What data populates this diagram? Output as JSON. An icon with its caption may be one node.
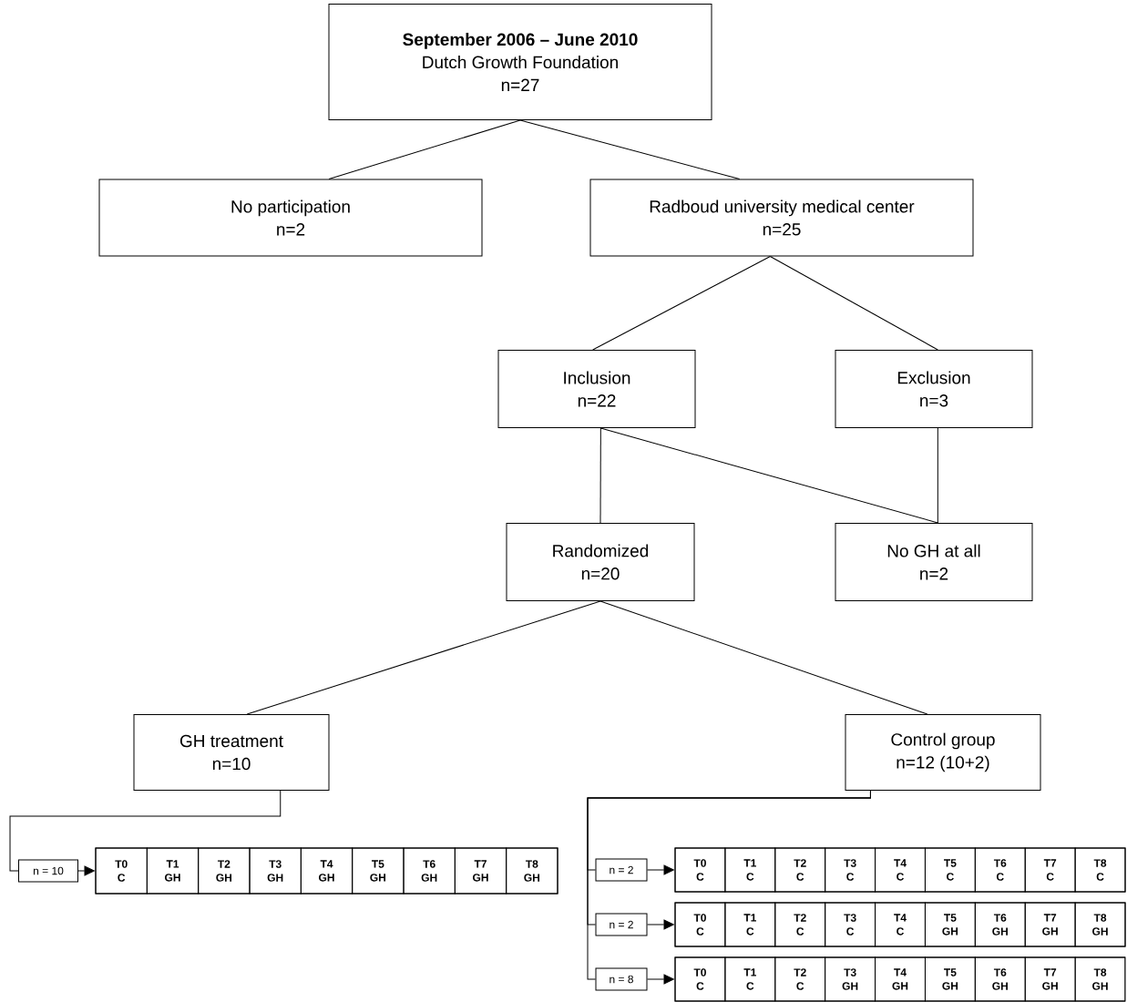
{
  "diagram": {
    "nodes": [
      {
        "text": [
          "September 2006 – June 2010",
          "Dutch Growth Foundation",
          "n=27"
        ]
      },
      {
        "text": [
          "No participation",
          "n=2"
        ]
      },
      {
        "text": [
          "Radboud university medical center",
          "n=25"
        ]
      },
      {
        "text": [
          "Inclusion",
          "n=22"
        ]
      },
      {
        "text": [
          "Exclusion",
          "n=3"
        ]
      },
      {
        "text": [
          "Randomized",
          "n=20"
        ]
      },
      {
        "text": [
          "No GH at all",
          "n=2"
        ]
      },
      {
        "text": [
          "GH treatment",
          "n=10"
        ]
      },
      {
        "text": [
          "Control group",
          "n=12 (10+2)"
        ]
      },
      {
        "text": [
          "n = 10"
        ]
      },
      {
        "text": [],
        "shape": "box"
      },
      {
        "text": [
          "T0",
          "C"
        ],
        "in": 10
      },
      {
        "text": [
          "T1",
          "GH"
        ],
        "in": 10
      },
      {
        "text": [
          "T2",
          "GH"
        ],
        "in": 10
      },
      {
        "text": [
          "T3",
          "GH"
        ],
        "in": 10
      },
      {
        "text": [
          "T4",
          "GH"
        ],
        "in": 10
      },
      {
        "text": [
          "T5",
          "GH"
        ],
        "in": 10
      },
      {
        "text": [
          "T6",
          "GH"
        ],
        "in": 10
      },
      {
        "text": [
          "T7",
          "GH"
        ],
        "in": 10
      },
      {
        "text": [
          "T8",
          "GH"
        ],
        "in": 10
      },
      {
        "text": [
          "n = 2"
        ]
      },
      {
        "text": [],
        "shape": "box"
      },
      {
        "text": [
          "T0",
          "C"
        ],
        "in": 21
      },
      {
        "text": [
          "T1",
          "C"
        ],
        "in": 21
      },
      {
        "text": [
          "T2",
          "C"
        ],
        "in": 21
      },
      {
        "text": [
          "T3",
          "C"
        ],
        "in": 21
      },
      {
        "text": [
          "T4",
          "C"
        ],
        "in": 21
      },
      {
        "text": [
          "T5",
          "C"
        ],
        "in": 21
      },
      {
        "text": [
          "T6",
          "C"
        ],
        "in": 21
      },
      {
        "text": [
          "T7",
          "C"
        ],
        "in": 21
      },
      {
        "text": [
          "T8",
          "C"
        ],
        "in": 21
      },
      {
        "text": [
          "n = 2"
        ]
      },
      {
        "text": [],
        "shape": "box"
      },
      {
        "text": [
          "T0",
          "C"
        ],
        "in": 32
      },
      {
        "text": [
          "T1",
          "C"
        ],
        "in": 32
      },
      {
        "text": [
          "T2",
          "C"
        ],
        "in": 32
      },
      {
        "text": [
          "T3",
          "C"
        ],
        "in": 32
      },
      {
        "text": [
          "T4",
          "C"
        ],
        "in": 32
      },
      {
        "text": [
          "T5",
          "GH"
        ],
        "in": 32
      },
      {
        "text": [
          "T6",
          "GH"
        ],
        "in": 32
      },
      {
        "text": [
          "T7",
          "GH"
        ],
        "in": 32
      },
      {
        "text": [
          "T8",
          "GH"
        ],
        "in": 32
      },
      {
        "text": [
          "n = 8"
        ]
      },
      {
        "text": [],
        "shape": "box"
      },
      {
        "text": [
          "T0",
          "C"
        ],
        "in": 43
      },
      {
        "text": [
          "T1",
          "C"
        ],
        "in": 43
      },
      {
        "text": [
          "T2",
          "C"
        ],
        "in": 43
      },
      {
        "text": [
          "T3",
          "GH"
        ],
        "in": 43
      },
      {
        "text": [
          "T4",
          "GH"
        ],
        "in": 43
      },
      {
        "text": [
          "T5",
          "GH"
        ],
        "in": 43
      },
      {
        "text": [
          "T6",
          "GH"
        ],
        "in": 43
      },
      {
        "text": [
          "T7",
          "GH"
        ],
        "in": 43
      },
      {
        "text": [
          "T8",
          "GH"
        ],
        "in": 43
      }
    ],
    "edges": [
      {
        "from": 0,
        "to": 1,
        "arrow": "none"
      },
      {
        "from": 0,
        "to": 2,
        "arrow": "none"
      },
      {
        "from": 2,
        "to": 3,
        "arrow": "none"
      },
      {
        "from": 2,
        "to": 4,
        "arrow": "none"
      },
      {
        "from": 3,
        "to": 5,
        "arrow": "none"
      },
      {
        "from": 3,
        "to": 6,
        "arrow": "none"
      },
      {
        "from": 4,
        "to": 6,
        "arrow": "none"
      },
      {
        "from": 5,
        "to": 7,
        "arrow": "none"
      },
      {
        "from": 5,
        "to": 8,
        "arrow": "none"
      },
      {
        "from": 7,
        "to": 9,
        "arrow": "none"
      },
      {
        "from": 9,
        "to": 10,
        "arrow": "to"
      },
      {
        "from": 8,
        "to": 20,
        "arrow": "none"
      },
      {
        "from": 20,
        "to": 21,
        "arrow": "to"
      },
      {
        "from": 8,
        "to": 31,
        "arrow": "none"
      },
      {
        "from": 31,
        "to": 32,
        "arrow": "to"
      },
      {
        "from": 8,
        "to": 42,
        "arrow": "none"
      },
      {
        "from": 42,
        "to": 43,
        "arrow": "to"
      }
    ]
  }
}
